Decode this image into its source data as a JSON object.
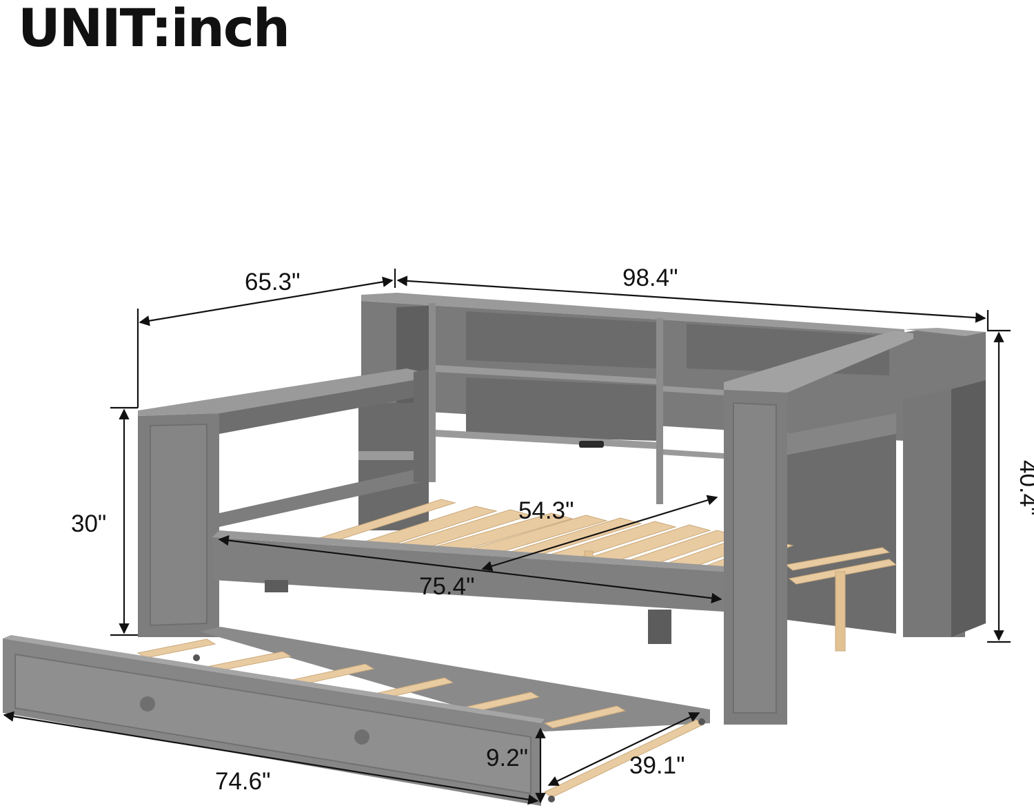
{
  "title": "UNIT:inch",
  "dimensions": {
    "bed_depth": "65.3\"",
    "bed_length": "98.4\"",
    "arm_height": "30\"",
    "total_height": "40.4\"",
    "inner_width": "54.3\"",
    "inner_length": "75.4\"",
    "trundle_length": "74.6\"",
    "trundle_height": "9.2\"",
    "trundle_width": "39.1\""
  },
  "colors": {
    "frame": "#7f7f80",
    "frame_dark": "#626263",
    "frame_light": "#9a9a9b",
    "slat": "#e9cba1",
    "line": "#111111"
  }
}
